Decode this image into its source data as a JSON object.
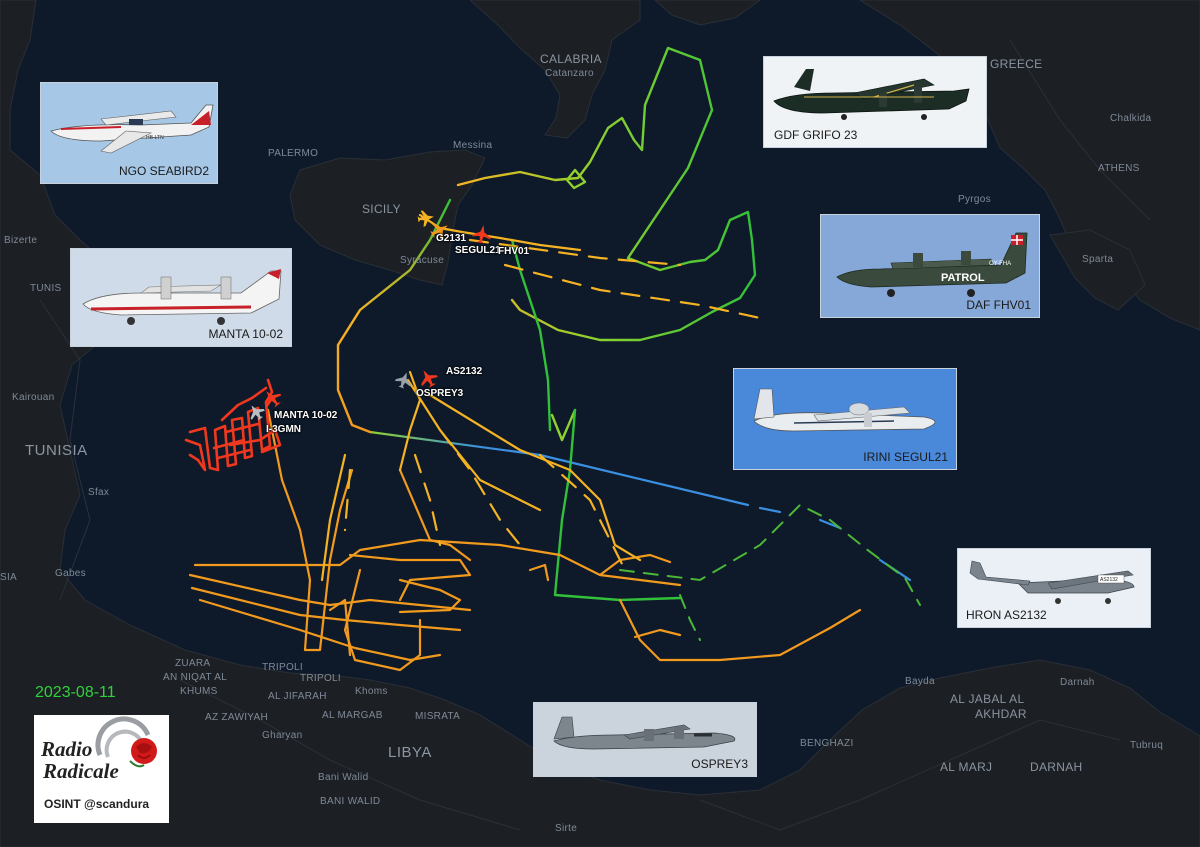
{
  "date": "2023-08-11",
  "logo": {
    "line1": "Radio",
    "line2": "Radicale",
    "credit": "OSINT @scandura"
  },
  "places": {
    "calabria": "CALABRIA",
    "catanzaro": "Catanzaro",
    "palermo": "PALERMO",
    "messina": "Messina",
    "sicily": "SICILY",
    "syracuse": "Syracuse",
    "bizerte": "Bizerte",
    "tunis": "TUNIS",
    "kairouan": "Kairouan",
    "sfax": "Sfax",
    "gabes": "Gabes",
    "tunisia": "TUNISIA",
    "greece": "GREECE",
    "chalkida": "Chalkida",
    "athens": "ATHENS",
    "pyrgos": "Pyrgos",
    "sparta": "Sparta",
    "zuara": "ZUARA",
    "an_niqat": "AN NIQAT AL",
    "khums_a": "KHUMS",
    "tripoli_small": "TRIPOLI",
    "tripoli": "TRIPOLI",
    "al_jifarah": "AL JIFARAH",
    "khoms": "Khoms",
    "az_zawiyah": "AZ ZAWIYAH",
    "al_margab": "AL MARGAB",
    "misrata": "MISRATA",
    "gharyan": "Gharyan",
    "libya": "LIBYA",
    "bani_walid_small": "Bani Walid",
    "bani_walid": "BANI WALID",
    "sirte": "Sirte",
    "benghazi": "BENGHAZI",
    "al_jabal": "AL JABAL AL",
    "akhdar": "AKHDAR",
    "al_marj": "AL MARJ",
    "darnah": "DARNAH",
    "darnah_small": "Darnah",
    "tobruk": "Tubruq",
    "bayda": "Bayda",
    "sia": "SIA"
  },
  "callsigns": {
    "manta": "MANTA 10-02",
    "i3gmn": "I-3GMN",
    "as2132": "AS2132",
    "osprey3": "OSPREY3",
    "g2131": "G2131",
    "segul21": "SEGUL21",
    "fhv01": "FHV01"
  },
  "photos": {
    "seabird": {
      "caption": "NGO SEABIRD2",
      "registration": "HB-LTN"
    },
    "manta": {
      "caption": "MANTA 10-02"
    },
    "grifo": {
      "caption": "GDF GRIFO 23"
    },
    "daf": {
      "caption": "DAF FHV01",
      "tail": "OY-FHA",
      "fuselage_text": "PATROL"
    },
    "irini": {
      "caption": "IRINI SEGUL21"
    },
    "hron": {
      "caption": "HRON AS2132",
      "tail": "AS2132"
    },
    "osprey": {
      "caption": "OSPREY3"
    }
  },
  "colors": {
    "sea": "#0e1a2a",
    "land": "#1c1f24",
    "track_orange": "#f29a1e",
    "track_amber": "#f5b324",
    "track_red": "#f0381e",
    "track_green": "#32c03a",
    "track_lime": "#8fd12e",
    "track_blue": "#3a8fe0",
    "date_green": "#2fd23a",
    "rose": "#d21a1a"
  }
}
